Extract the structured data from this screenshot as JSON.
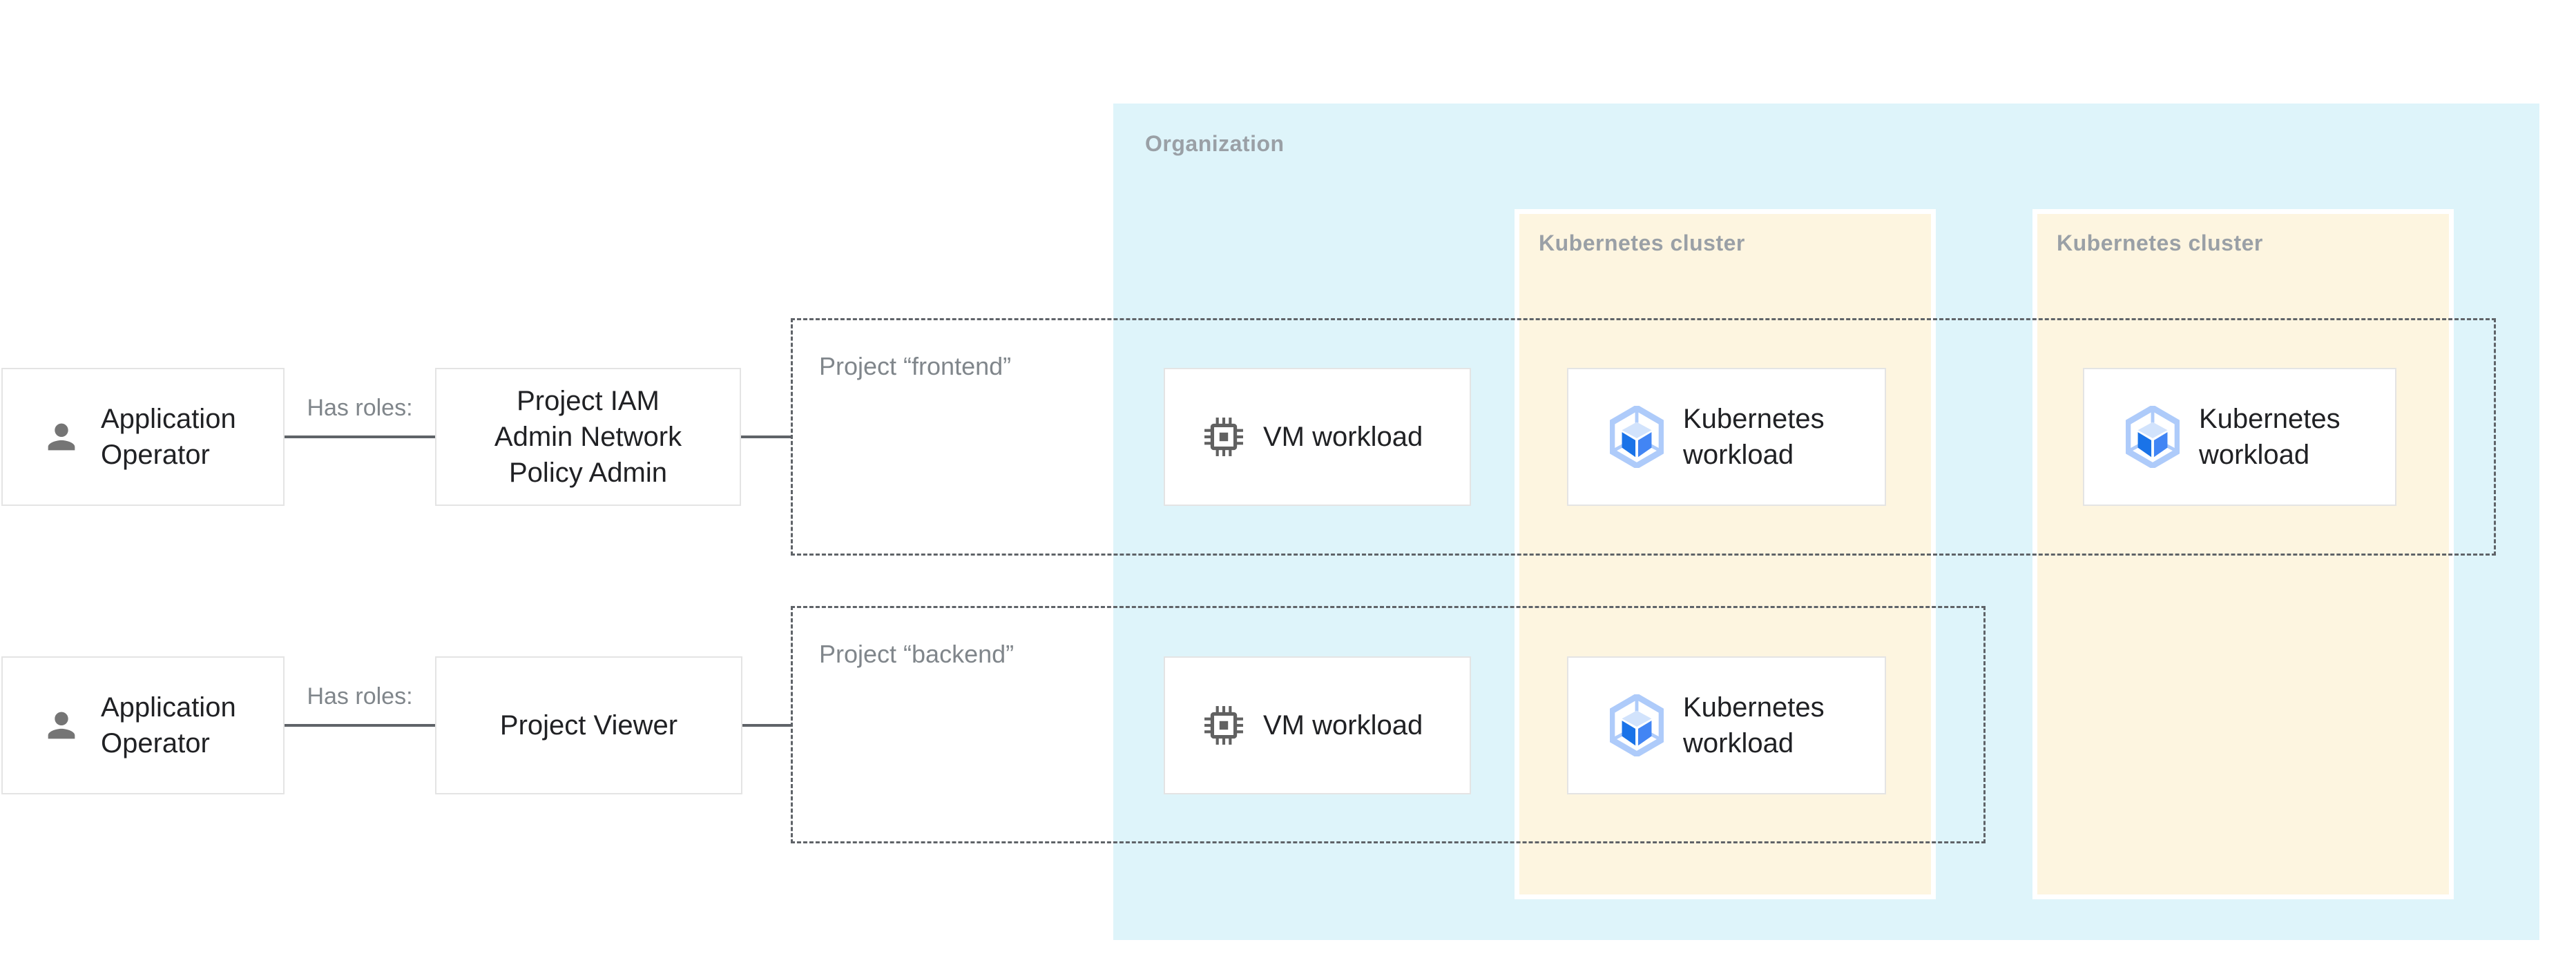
{
  "theme": {
    "org_bg": "#DEF4FA",
    "cluster_bg": "#FDF5E0",
    "node_border": "#E4E4E4",
    "dash_color": "#5F6368",
    "text_color": "#202124",
    "muted_color": "#80868B",
    "container_label_color": "#9AA0A6",
    "person_icon_color": "#757575",
    "chip_icon_color": "#616161",
    "gke_hex_color": "#AECBFA",
    "gke_top_color": "#D2E3FC",
    "gke_left_color": "#1A73E8",
    "gke_right_color": "#4285F4"
  },
  "containers": {
    "organization": {
      "label": "Organization"
    },
    "clusters": [
      {
        "label": "Kubernetes cluster"
      },
      {
        "label": "Kubernetes cluster"
      }
    ],
    "projects": [
      {
        "label": "Project “frontend”"
      },
      {
        "label": "Project “backend”"
      }
    ]
  },
  "actors": [
    {
      "label": "Application Operator",
      "relation": "Has roles:",
      "role_lines": [
        "Project IAM",
        "Admin Network",
        "Policy Admin"
      ]
    },
    {
      "label": "Application Operator",
      "relation": "Has roles:",
      "role_lines": [
        "Project Viewer"
      ]
    }
  ],
  "workloads": [
    {
      "type": "vm",
      "label": "VM workload",
      "project": "frontend"
    },
    {
      "type": "kubernetes",
      "label": "Kubernetes workload",
      "project": "frontend",
      "cluster": 1
    },
    {
      "type": "kubernetes",
      "label": "Kubernetes workload",
      "project": "frontend",
      "cluster": 2
    },
    {
      "type": "vm",
      "label": "VM workload",
      "project": "backend"
    },
    {
      "type": "kubernetes",
      "label": "Kubernetes workload",
      "project": "backend",
      "cluster": 1
    }
  ]
}
